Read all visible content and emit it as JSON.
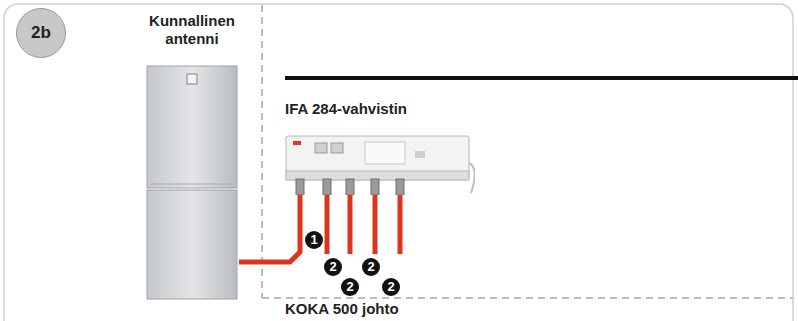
{
  "diagram": {
    "nodes": [
      {
        "text": [
          "2b"
        ]
      },
      {
        "text": [
          "Kunnallinen antenni"
        ]
      },
      {
        "text": [
          "IFA 284-vahvistin"
        ]
      }
    ],
    "edges": [
      {
        "from": 1,
        "to": 2,
        "arrow": "none"
      }
    ],
    "labels": [
      "1",
      "2",
      "2",
      "2",
      "2",
      "KOKA 500 johto"
    ]
  }
}
